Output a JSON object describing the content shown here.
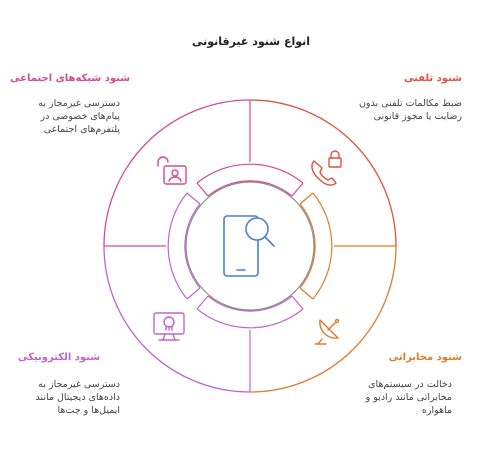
{
  "title": "انواع شنود غیرقانونی",
  "categories": {
    "telephone": {
      "title": "شنود تلفنی",
      "description": "ضبط مکالمات تلفنی بدون رضایت یا مجوز قانونی",
      "icon": "phone-lock-icon",
      "color": "#e0533f"
    },
    "social": {
      "title": "شنود شبکه‌های اجتماعی",
      "description": "دسترسی غیرمجاز به پیام‌های خصوصی در پلتفرم‌های اجتماعی",
      "icon": "social-lock-icon",
      "color": "#d94a8c"
    },
    "communications": {
      "title": "شنود مخابراتی",
      "description": "دخالت در سیستم‌های مخابراتی مانند رادیو و ماهواره",
      "icon": "satellite-dish-icon",
      "color": "#e07b2a"
    },
    "electronic": {
      "title": "شنود الکترونیکی",
      "description": "دسترسی غیرمجاز به داده‌های دیجیتال مانند ایمیل‌ها و چت‌ها",
      "icon": "computer-skull-icon",
      "color": "#c065c9"
    }
  },
  "center": {
    "icon": "phone-search-icon",
    "color": "#4a7fd4"
  }
}
